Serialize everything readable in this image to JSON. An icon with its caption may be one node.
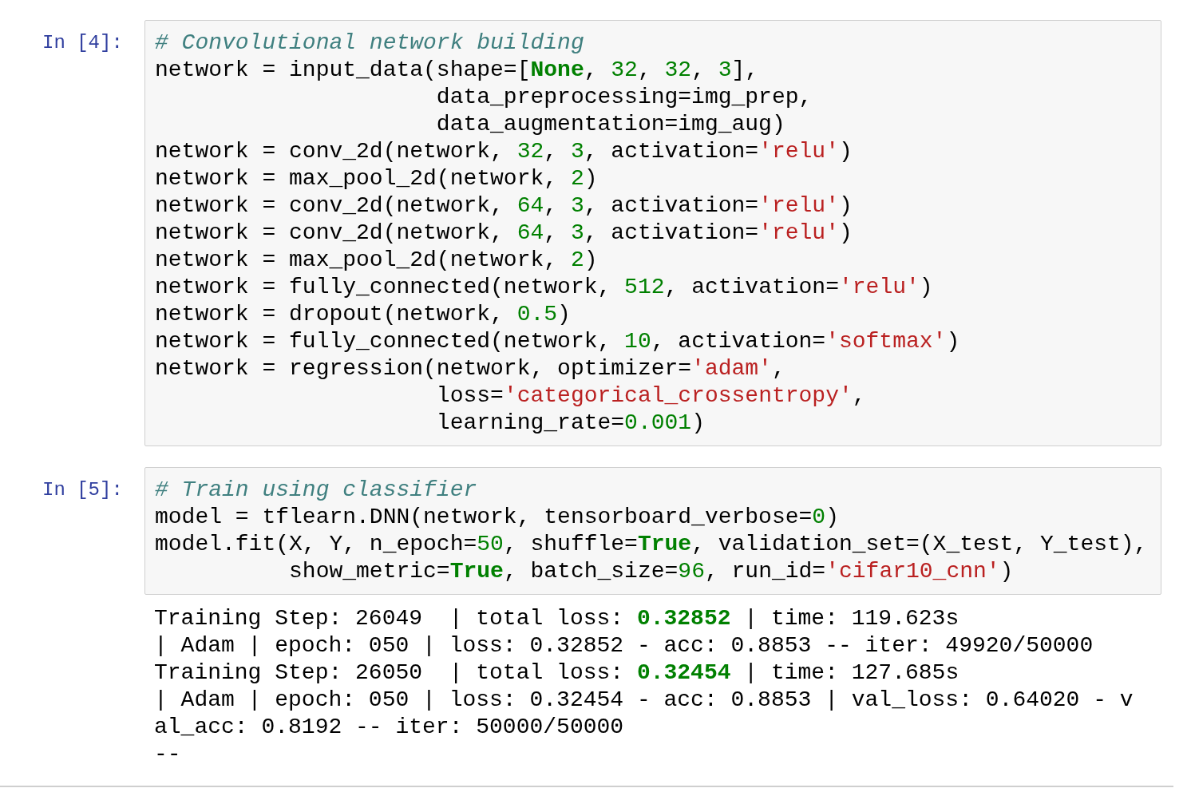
{
  "diagram": {
    "nodes": [
      {
        "text": [
          "# Convolutional network building",
          "network = input_data(shape=[None, 32, 32, 3],",
          "                     data_preprocessing=img_prep,",
          "                     data_augmentation=img_aug)",
          "network = conv_2d(network, 32, 3, activation='relu')",
          "network = max_pool_2d(network, 2)",
          "network = conv_2d(network, 64, 3, activation='relu')",
          "network = conv_2d(network, 64, 3, activation='relu')",
          "network = max_pool_2d(network, 2)",
          "network = fully_connected(network, 512, activation='relu')",
          "network = dropout(network, 0.5)",
          "network = fully_connected(network, 10, activation='softmax')",
          "network = regression(network, optimizer='adam',",
          "                     loss='categorical_crossentropy',",
          "                     learning_rate=0.001)"
        ],
        "beside": [
          "In [4]:"
        ]
      },
      {
        "text": [
          "# Train using classifier",
          "model = tflearn.DNN(network, tensorboard_verbose=0)",
          "model.fit(X, Y, n_epoch=50, shuffle=True, validation_set=(X_test, Y_test),",
          "          show_metric=True, batch_size=96, run_id='cifar10_cnn')"
        ],
        "beside": [
          "In [5]:"
        ]
      }
    ],
    "labels": [
      "Training Step: 26049  | total loss: **0.32852** | time: 119.623s",
      "| Adam | epoch: 050 | loss: 0.32852 - acc: 0.8853 -- iter: 49920/50000",
      "Training Step: 26050  | total loss: **0.32454** | time: 127.685s",
      "| Adam | epoch: 050 | loss: 0.32454 - acc: 0.8853 | val_loss: 0.64020 - v",
      "al_acc: 0.8192 -- iter: 50000/50000",
      "--"
    ]
  }
}
